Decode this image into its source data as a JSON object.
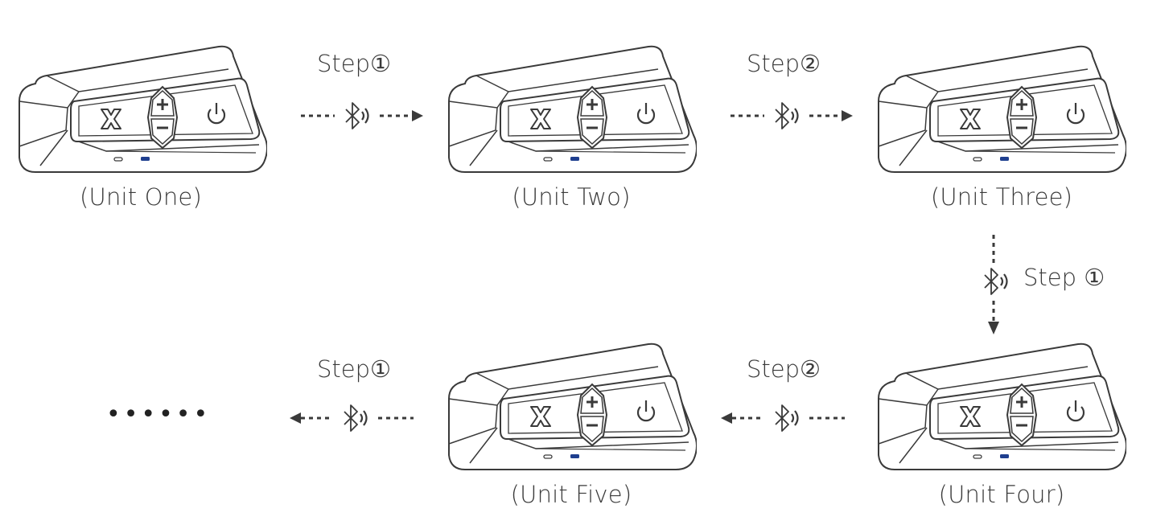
{
  "units": [
    {
      "caption": "(Unit One)"
    },
    {
      "caption": "(Unit Two)"
    },
    {
      "caption": "(Unit Three)"
    },
    {
      "caption": "(Unit Four)"
    },
    {
      "caption": "(Unit Five)"
    }
  ],
  "steps": {
    "one_two": "Step①",
    "two_three": "Step②",
    "three_four": "Step ①",
    "four_five": "Step②",
    "five_more": "Step①"
  },
  "more": "••••••",
  "icons": {
    "bluetooth": "bluetooth-icon",
    "x_button": "x-icon",
    "plus_button": "plus-icon",
    "minus_button": "minus-icon",
    "power_button": "power-icon"
  },
  "colors": {
    "line": "#3a3a3a",
    "led": "#1f3f8f"
  }
}
